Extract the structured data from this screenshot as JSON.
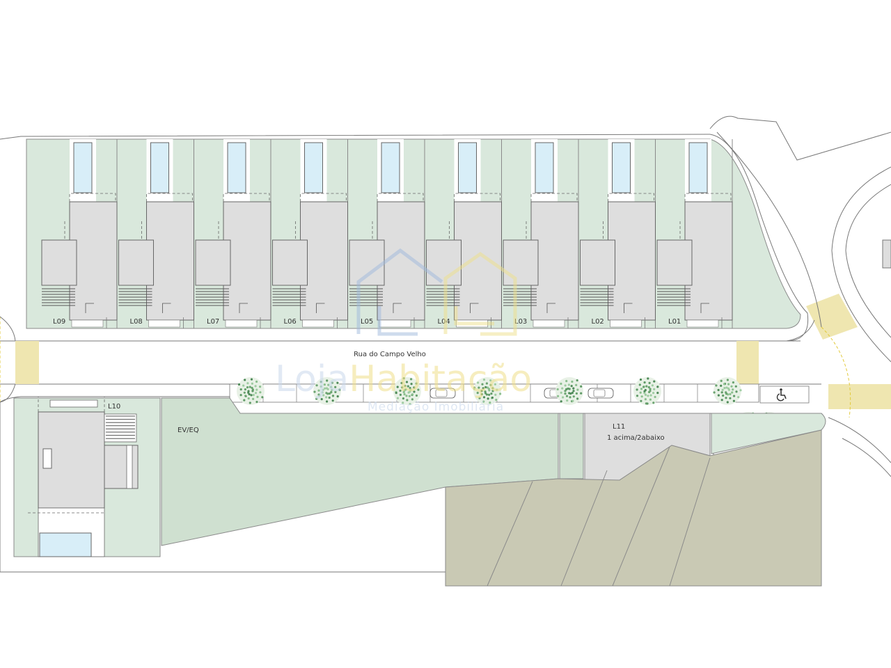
{
  "plan": {
    "street_name": "Rua do Campo Velho",
    "north_lots": [
      "L09",
      "L08",
      "L07",
      "L06",
      "L05",
      "L04",
      "L03",
      "L02",
      "L01"
    ],
    "lot_l10": "L10",
    "green_area": "EV/EQ",
    "lot_l11": "L11",
    "lot_l11_note": "1 acima/2abaixo",
    "accessibility_icon": "wheelchair-icon",
    "colors": {
      "green": "#d9e8dc",
      "green_dark": "#cfe0d0",
      "building": "#dedede",
      "road_crossing": "#efe6b0",
      "pool": "#d8eef8",
      "field": "#c9c9b4"
    }
  },
  "watermark": {
    "brand_a": "Loja",
    "brand_b": "Habitação",
    "tagline": "Mediação Imobiliária"
  }
}
